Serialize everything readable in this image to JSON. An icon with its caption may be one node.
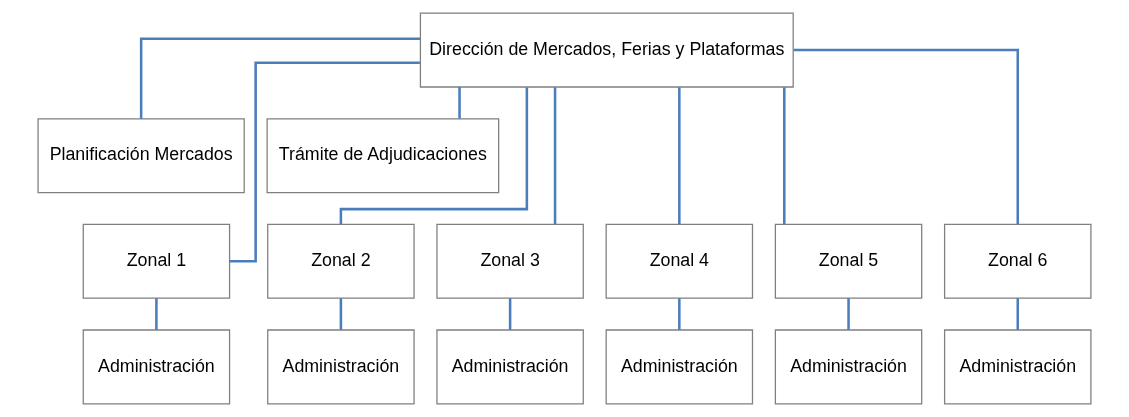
{
  "diagram": {
    "nodes": [
      {
        "text": [
          "Dirección de Mercados, Ferias y Plataformas"
        ]
      },
      {
        "text": [
          "Planificación Mercados"
        ]
      },
      {
        "text": [
          "Trámite de Adjudicaciones"
        ]
      },
      {
        "text": [
          "Zonal 1"
        ]
      },
      {
        "text": [
          "Zonal 2"
        ]
      },
      {
        "text": [
          "Zonal 3"
        ]
      },
      {
        "text": [
          "Zonal 4"
        ]
      },
      {
        "text": [
          "Zonal 5"
        ]
      },
      {
        "text": [
          "Zonal 6"
        ]
      },
      {
        "text": [
          "Administración"
        ]
      },
      {
        "text": [
          "Administración"
        ]
      },
      {
        "text": [
          "Administración"
        ]
      },
      {
        "text": [
          "Administración"
        ]
      },
      {
        "text": [
          "Administración"
        ]
      },
      {
        "text": [
          "Administración"
        ]
      }
    ],
    "edges": [
      {
        "from": 0,
        "to": 1,
        "arrow": "none"
      },
      {
        "from": 0,
        "to": 2,
        "arrow": "none"
      },
      {
        "from": 0,
        "to": 3,
        "arrow": "none"
      },
      {
        "from": 0,
        "to": 4,
        "arrow": "none"
      },
      {
        "from": 0,
        "to": 5,
        "arrow": "none"
      },
      {
        "from": 0,
        "to": 6,
        "arrow": "none"
      },
      {
        "from": 0,
        "to": 7,
        "arrow": "none"
      },
      {
        "from": 0,
        "to": 8,
        "arrow": "none"
      },
      {
        "from": 3,
        "to": 9,
        "arrow": "none"
      },
      {
        "from": 4,
        "to": 10,
        "arrow": "none"
      },
      {
        "from": 5,
        "to": 11,
        "arrow": "none"
      },
      {
        "from": 6,
        "to": 12,
        "arrow": "none"
      },
      {
        "from": 7,
        "to": 13,
        "arrow": "none"
      },
      {
        "from": 8,
        "to": 14,
        "arrow": "none"
      }
    ]
  }
}
